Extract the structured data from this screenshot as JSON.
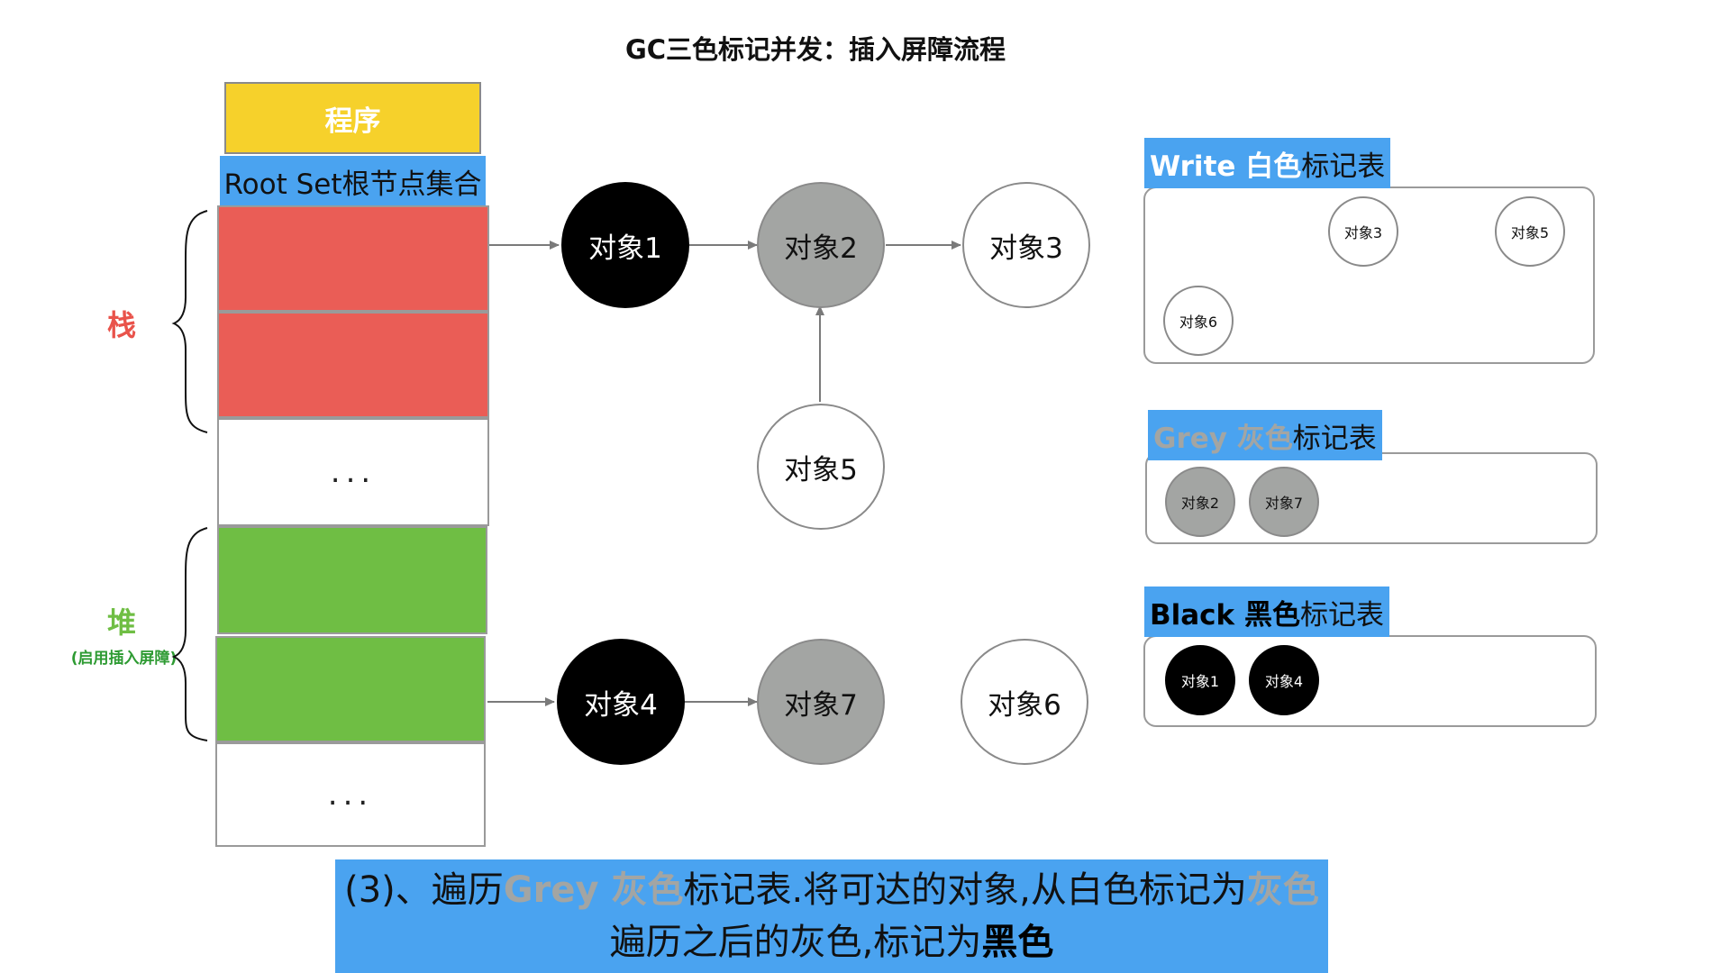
{
  "title": "GC三色标记并发：插入屏障流程",
  "program_label": "程序",
  "root_set_label": "Root Set根节点集合",
  "stack_label": "栈",
  "heap_label": "堆",
  "heap_sublabel": "(启用插入屏障)",
  "ellipsis": "...",
  "nodes": {
    "obj1": "对象1",
    "obj2": "对象2",
    "obj3": "对象3",
    "obj4": "对象4",
    "obj5": "对象5",
    "obj6": "对象6",
    "obj7": "对象7"
  },
  "tables": {
    "white": {
      "title_en": "Write 白色",
      "title_cn": "标记表",
      "items": [
        "对象3",
        "对象5",
        "对象6"
      ]
    },
    "grey": {
      "title_en": "Grey 灰色",
      "title_cn": "标记表",
      "items": [
        "对象2",
        "对象7"
      ]
    },
    "black": {
      "title_en": "Black 黑色",
      "title_cn": "标记表",
      "items": [
        "对象1",
        "对象4"
      ]
    }
  },
  "caption": {
    "l1_a": "(3)、遍历",
    "l1_b": "Grey 灰色",
    "l1_c": "标记表.将可达的对象,从白色标记为",
    "l1_d": "灰色",
    "l2_a": "遍历之后的灰色,标记为",
    "l2_b": "黑色"
  },
  "colors": {
    "program": "#f6d12b",
    "rootset": "#4aa3f0",
    "stack": "#ea5d56",
    "heap": "#6fbe44",
    "stack_label": "#e9534b",
    "heap_label": "#6fbe44",
    "heap_sublabel": "#2e9b33",
    "grey_text": "#a3a5a3"
  }
}
